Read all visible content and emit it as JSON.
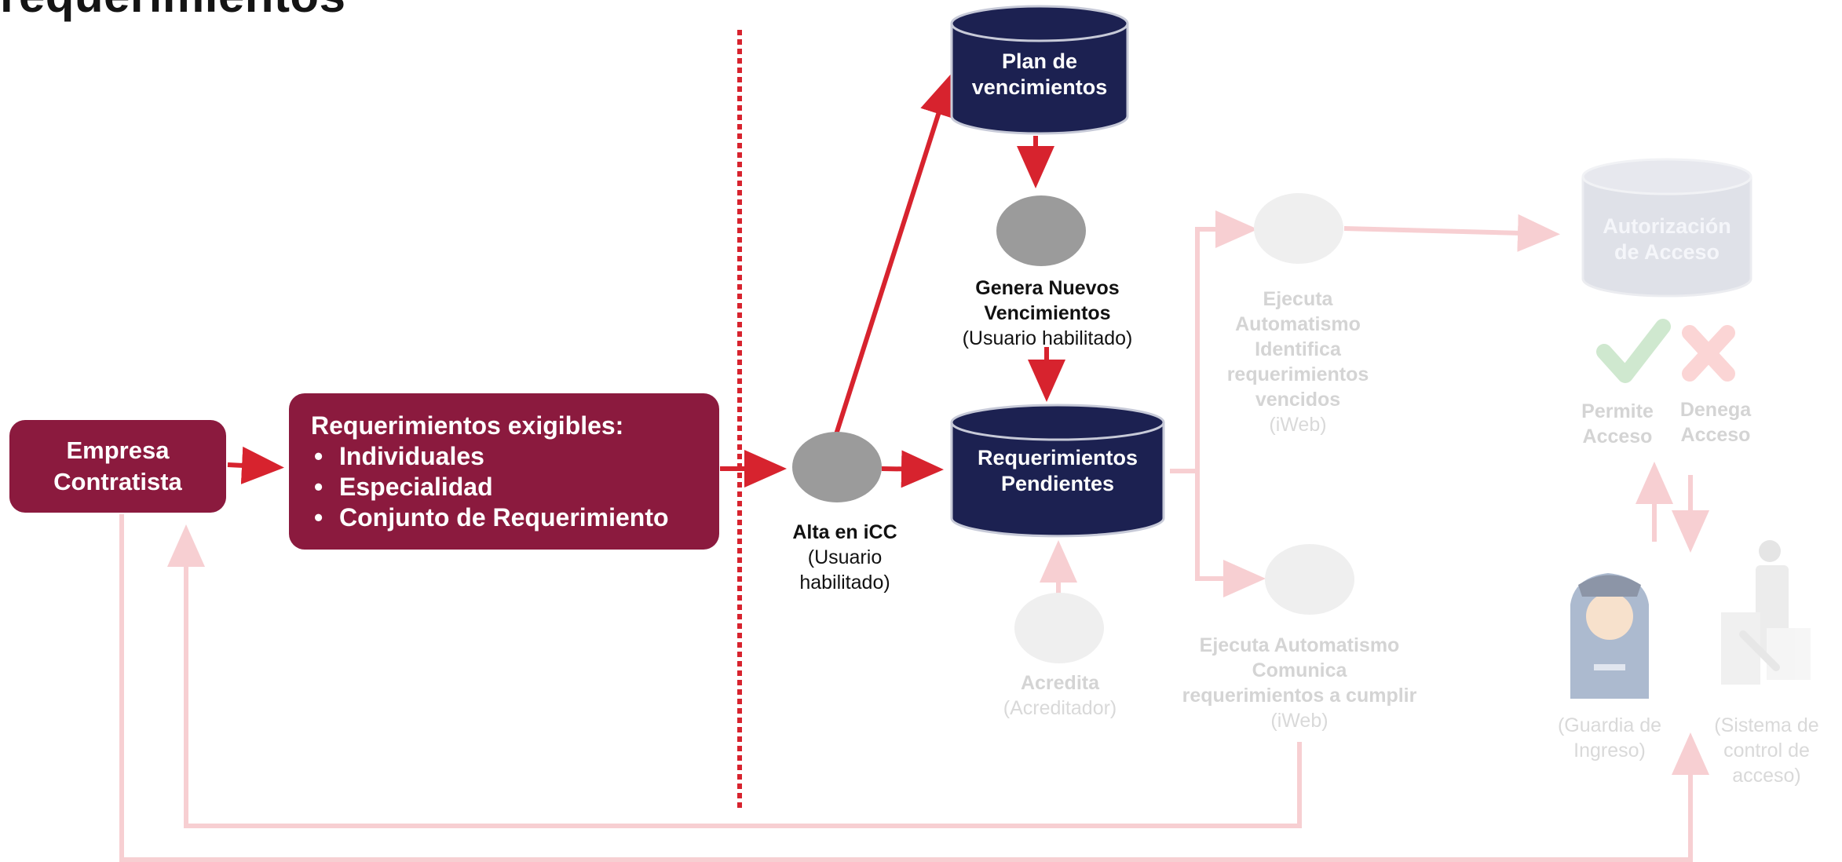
{
  "title": "requerimientos",
  "empresa": {
    "line1": "Empresa",
    "line2": "Contratista"
  },
  "requerimientos_box": {
    "heading": "Requerimientos exigibles:",
    "items": [
      "Individuales",
      "Especialidad",
      "Conjunto de Requerimiento"
    ]
  },
  "plan": {
    "line1": "Plan de",
    "line2": "vencimientos"
  },
  "pendientes": {
    "line1": "Requerimientos",
    "line2": "Pendientes"
  },
  "autorizacion": {
    "line1": "Autorización",
    "line2": "de Acceso"
  },
  "alta": {
    "bold": "Alta en iCC",
    "line2": "(Usuario",
    "line3": "habilitado)"
  },
  "genera": {
    "line1": "Genera Nuevos",
    "line2": "Vencimientos",
    "line3": "(Usuario habilitado)"
  },
  "ejecuta1": {
    "line1": "Ejecuta",
    "line2": "Automatismo",
    "line3": "Identifica",
    "line4": "requerimientos",
    "line5": "vencidos",
    "line6": "(iWeb)"
  },
  "ejecuta2": {
    "line1": "Ejecuta Automatismo",
    "line2": "Comunica",
    "line3": "requerimientos a cumplir",
    "line4": "(iWeb)"
  },
  "acredita": {
    "line1": "Acredita",
    "line2": "(Acreditador)"
  },
  "permite": {
    "line1": "Permite",
    "line2": "Acceso"
  },
  "deniega": {
    "line1": "Denega",
    "line2": "Acceso"
  },
  "guardia": {
    "line1": "(Guardia de",
    "line2": "Ingreso)"
  },
  "sistema": {
    "line1": "(Sistema de",
    "line2": "control de",
    "line3": "acceso)"
  },
  "colors": {
    "maroon": "#8b1a3e",
    "navy": "#1c2151",
    "red_arrow": "#d7232e",
    "faded_arrow": "#f7cfd2",
    "node_gray": "#9b9b9b"
  },
  "icons": [
    "check-icon",
    "cross-icon",
    "guard-icon",
    "access-control-icon"
  ]
}
